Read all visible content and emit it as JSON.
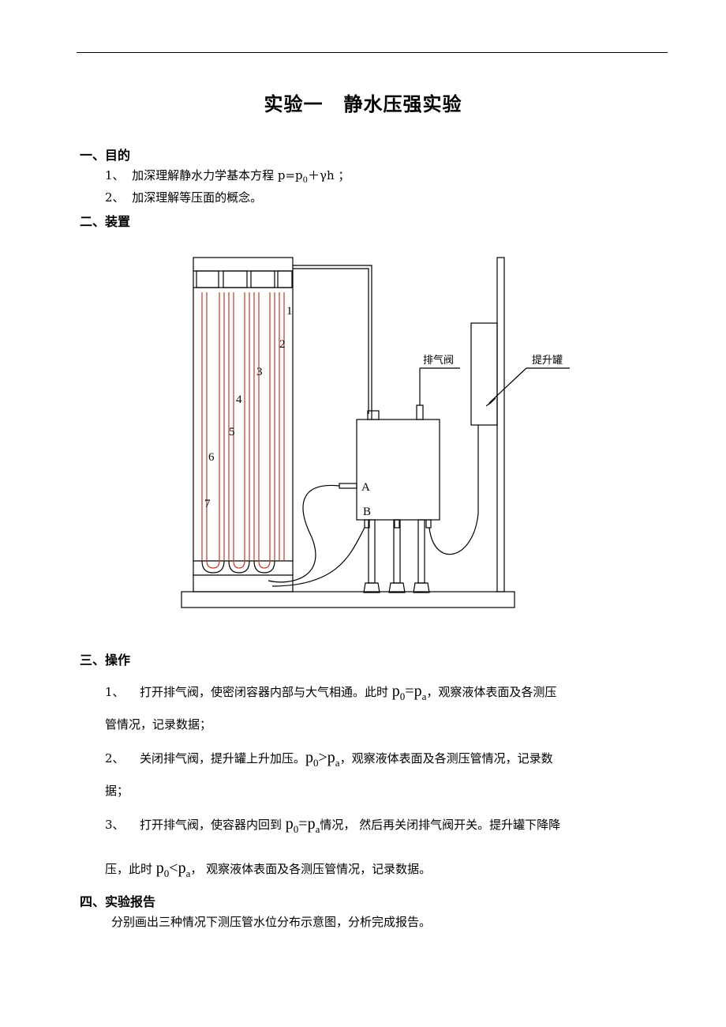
{
  "title": {
    "part1": "实验一",
    "part2": "静水压强实验"
  },
  "sections": {
    "purpose": {
      "heading": "一、目的",
      "items": [
        {
          "num": "1、",
          "text": "加深理解静水力学基本方程 p=p",
          "sub": "0",
          "tail": "＋γh ；"
        },
        {
          "num": "2、",
          "text": "加深理解等压面的概念。"
        }
      ]
    },
    "apparatus": {
      "heading": "二、装置",
      "labels": {
        "exhaust_valve": "排气阀",
        "lift_tank": "提升罐",
        "tubes": [
          "1",
          "2",
          "3",
          "4",
          "5",
          "6",
          "7"
        ],
        "point_a": "A",
        "point_b": "B"
      }
    },
    "operation": {
      "heading": "三、操作",
      "step1": {
        "num": "1、",
        "pre": "打开排气阀，使密闭容器内部与大气相通。此时",
        "f_p": "p",
        "f_s1": "0",
        "f_op": "=p",
        "f_s2": "a",
        "post": "，观察液体表面及各测压",
        "cont": "管情况，记录数据；"
      },
      "step2": {
        "num": "2、",
        "pre": "关闭排气阀，提升罐上升加压。",
        "f_p": "p",
        "f_s1": "0",
        "f_op": ">p",
        "f_s2": "a",
        "post": "，观察液体表面及各测压管情况，记录数",
        "cont": "据；"
      },
      "step3": {
        "num": "3、",
        "pre": "打开排气阀，使容器内回到",
        "f_p": "p",
        "f_s1": "0",
        "f_op": "=p",
        "f_s2": "a",
        "post": "情况， 然后再关闭排气阀开关。提升罐下降降",
        "cont_pre": "压，此时",
        "f2_p": "p",
        "f2_s1": "0",
        "f2_op": "<p",
        "f2_s2": "a",
        "cont_post": "， 观察液体表面及各测压管情况，记录数据。"
      }
    },
    "report": {
      "heading": "四、实验报告",
      "text": "分别画出三种情况下测压管水位分布示意图，分析完成报告。"
    }
  }
}
